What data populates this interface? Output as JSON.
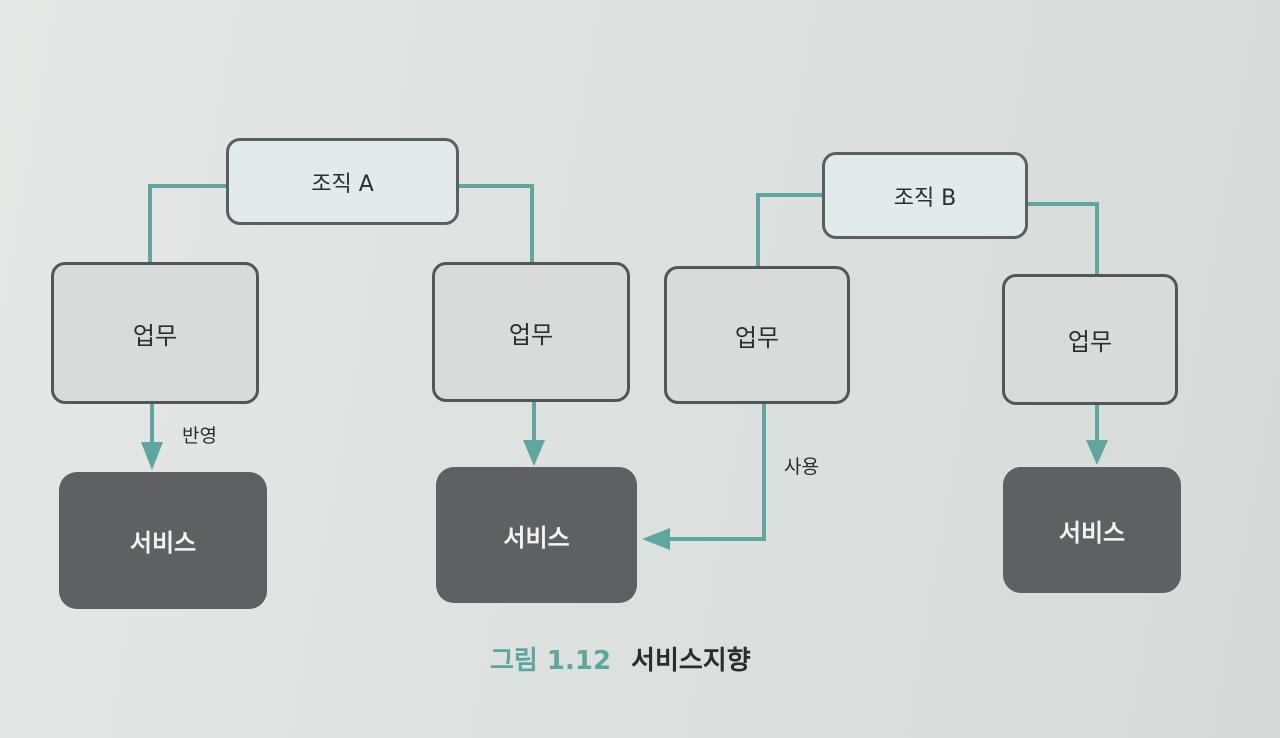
{
  "diagram": {
    "organizations": [
      {
        "id": "org-a",
        "label": "조직 A"
      },
      {
        "id": "org-b",
        "label": "조직 B"
      }
    ],
    "tasks": [
      {
        "id": "task-1",
        "label": "업무"
      },
      {
        "id": "task-2",
        "label": "업무"
      },
      {
        "id": "task-3",
        "label": "업무"
      },
      {
        "id": "task-4",
        "label": "업무"
      }
    ],
    "services": [
      {
        "id": "service-1",
        "label": "서비스"
      },
      {
        "id": "service-2",
        "label": "서비스"
      },
      {
        "id": "service-3",
        "label": "서비스"
      }
    ],
    "edges": [
      {
        "from": "org-a",
        "to": "task-1",
        "arrow": false
      },
      {
        "from": "org-a",
        "to": "task-2",
        "arrow": false
      },
      {
        "from": "org-b",
        "to": "task-3",
        "arrow": false
      },
      {
        "from": "org-b",
        "to": "task-4",
        "arrow": false
      },
      {
        "from": "task-1",
        "to": "service-1",
        "arrow": true,
        "label": "반영"
      },
      {
        "from": "task-2",
        "to": "service-2",
        "arrow": true
      },
      {
        "from": "task-3",
        "to": "service-2",
        "arrow": true,
        "label": "사용"
      },
      {
        "from": "task-4",
        "to": "service-3",
        "arrow": true
      }
    ]
  },
  "caption": {
    "number": "그림 1.12",
    "title": "서비스지향"
  },
  "colors": {
    "connector": "#5fa79e",
    "service_fill": "#5e6061",
    "org_fill": "#e3ebea",
    "task_fill": "#d9dbdb",
    "caption_number": "#5fa79e"
  }
}
